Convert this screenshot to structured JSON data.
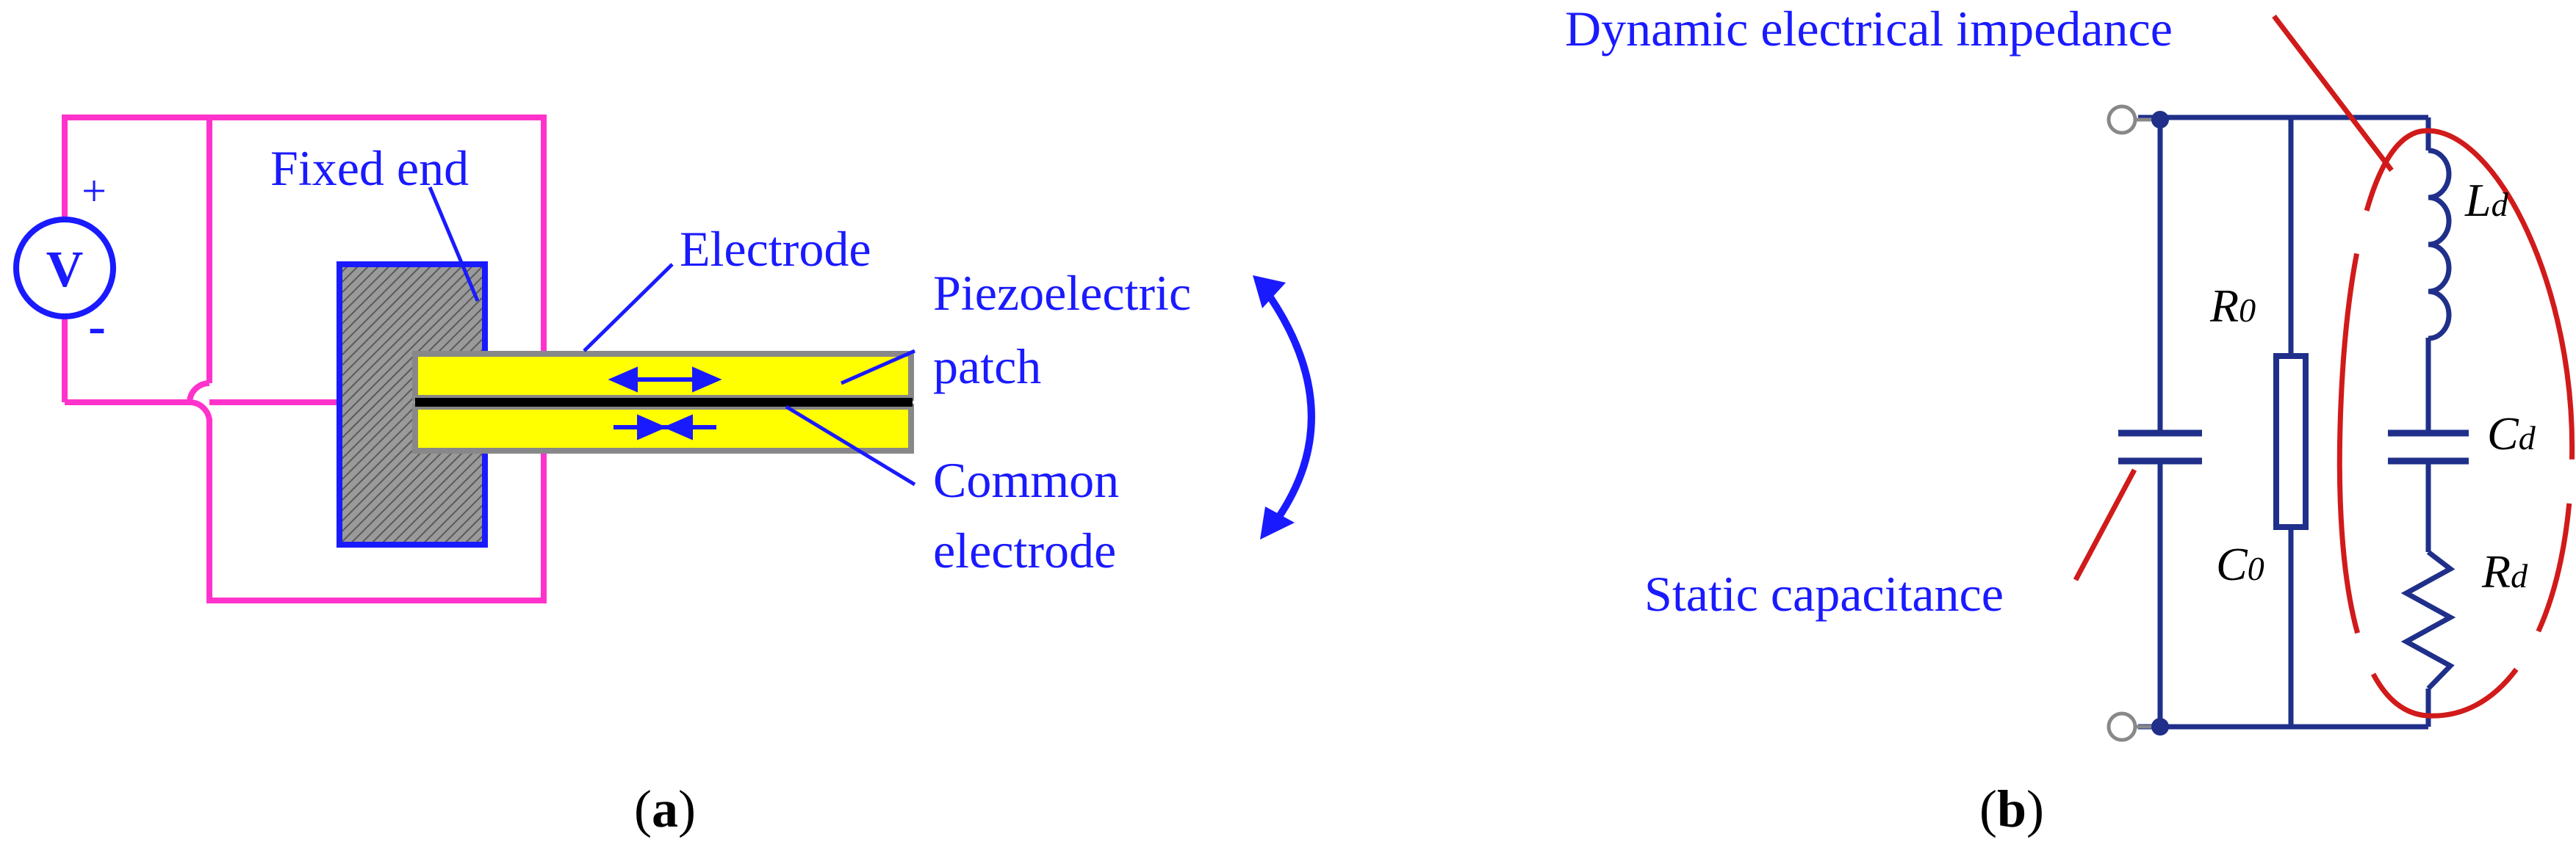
{
  "panel_a": {
    "voltage_symbol": "V",
    "plus_sign": "+",
    "minus_sign": "-",
    "label_fixed_end": "Fixed end",
    "label_electrode": "Electrode",
    "label_piezo_line1": "Piezoelectric",
    "label_piezo_line2": "patch",
    "label_common_line1": "Common",
    "label_common_line2": "electrode",
    "caption_open": "(",
    "caption_letter": "a",
    "caption_close": ")"
  },
  "panel_b": {
    "label_dynamic": "Dynamic electrical impedance",
    "label_static": "Static capacitance",
    "r0_main": "R",
    "r0_sub": "0",
    "c0_main": "C",
    "c0_sub": "0",
    "ld_main": "L",
    "ld_sub": "d",
    "cd_main": "C",
    "cd_sub": "d",
    "rd_main": "R",
    "rd_sub": "d",
    "caption_open": "(",
    "caption_letter": "b",
    "caption_close": ")"
  },
  "colors": {
    "wire_magenta": "#ff33cc",
    "label_blue": "#1a1aff",
    "circuit_navy": "#1f2f8a",
    "annotation_red": "#d11a1a",
    "patch_yellow": "#ffff00",
    "fixed_block_gray": "#8a8a8a"
  }
}
